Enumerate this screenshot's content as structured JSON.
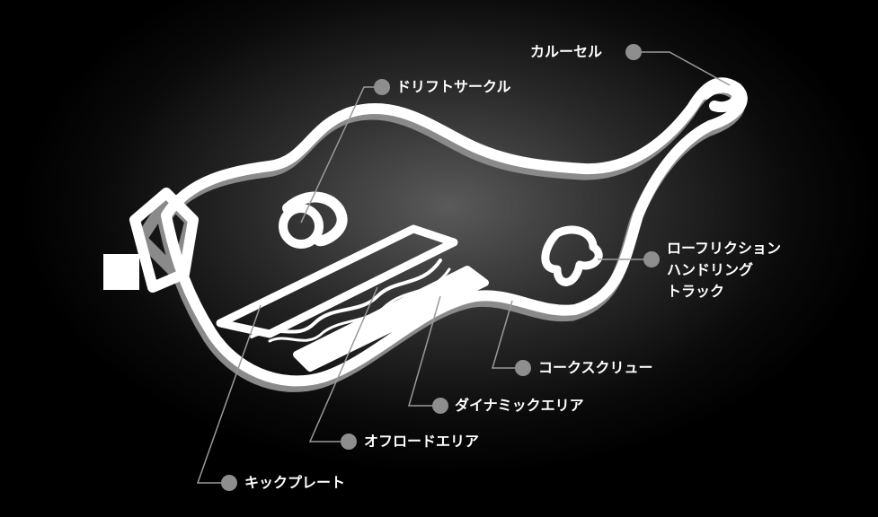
{
  "labels": {
    "carousel": "カルーセル",
    "drift_circle": "ドリフトサークル",
    "low_friction": [
      "ローフリクション",
      "ハンドリング",
      "トラック"
    ],
    "corkscrew": "コークスクリュー",
    "dynamic_area": "ダイナミックエリア",
    "offroad_area": "オフロードエリア",
    "kick_plate": "キックプレート"
  },
  "colors": {
    "track": "#ffffff",
    "track_shadow": "#9a9a9a",
    "leader": "#9a9a9a",
    "dot": "#8e8e8e"
  }
}
